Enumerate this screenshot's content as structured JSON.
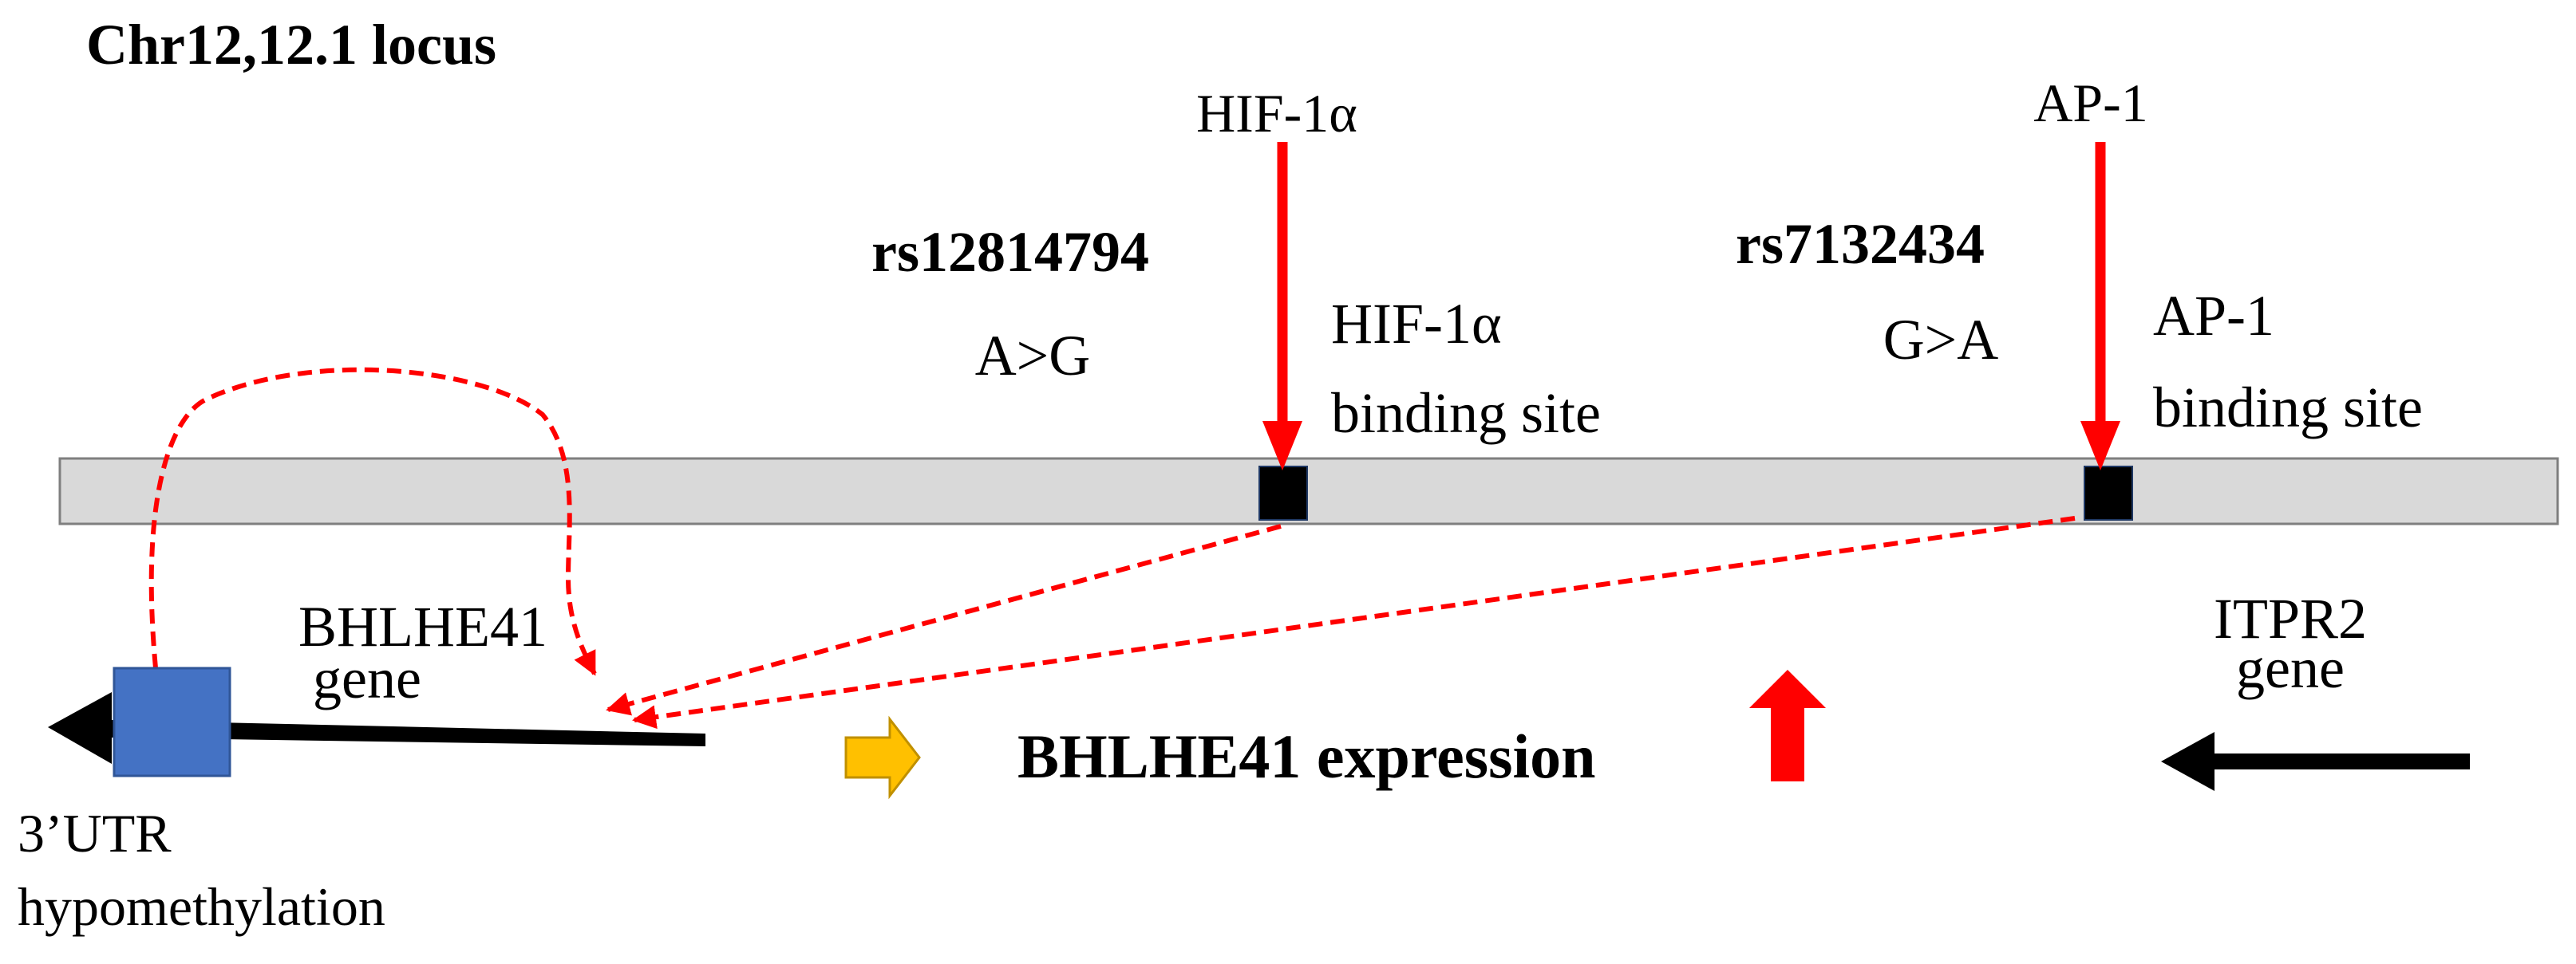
{
  "title": "Chr12,12.1 locus",
  "factors": [
    {
      "name": "HIF-1α",
      "snp_id": "rs12814794",
      "allele": "A>G",
      "site_line1": "HIF-1α",
      "site_line2": "binding site"
    },
    {
      "name": "AP-1",
      "snp_id": "rs7132434",
      "allele": "G>A",
      "site_line1": "AP-1",
      "site_line2": "binding site"
    }
  ],
  "genes": {
    "bhlhe41_line1": "BHLHE41",
    "bhlhe41_line2": "gene",
    "itpr2_line1": "ITPR2",
    "itpr2_line2": "gene"
  },
  "utr": {
    "line1": "3’UTR",
    "line2": "hypomethylation"
  },
  "expression_label": "BHLHE41 expression",
  "colors": {
    "chromosome_fill": "#d9d9d9",
    "binding_site": "#000000",
    "tf_arrow": "#ff0000",
    "dashed_link": "#ff0000",
    "utr_box": "#4472c4",
    "yellow_arrow": "#ffc000",
    "up_arrow": "#ff0000",
    "gene_arrow": "#000000"
  }
}
